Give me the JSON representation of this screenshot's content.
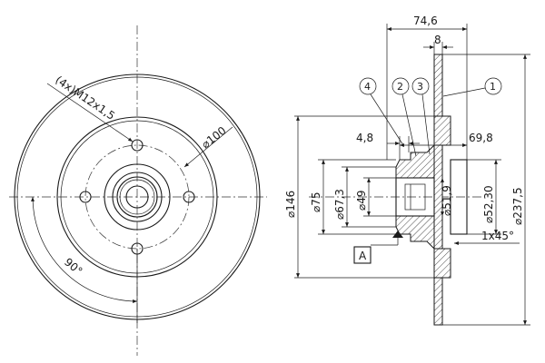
{
  "front_view": {
    "bolt_spec": "(4x)M12x1,5",
    "pcd": "⌀100",
    "angle": "90°"
  },
  "section_view": {
    "top_dims": {
      "overall_width": "74,6",
      "disc_thickness": "8"
    },
    "callouts": [
      "1",
      "2",
      "3",
      "4"
    ],
    "dims": {
      "d146": "⌀146",
      "d75": "⌀75",
      "d67_3": "⌀67,3",
      "d49": "⌀49",
      "d51_9": "⌀51,9",
      "d52_30": "⌀52,30",
      "d237_5": "⌀237,5",
      "w4_8": "4,8",
      "w69_8": "69,8",
      "chamfer": "1x45°"
    },
    "datum_label": "A"
  }
}
